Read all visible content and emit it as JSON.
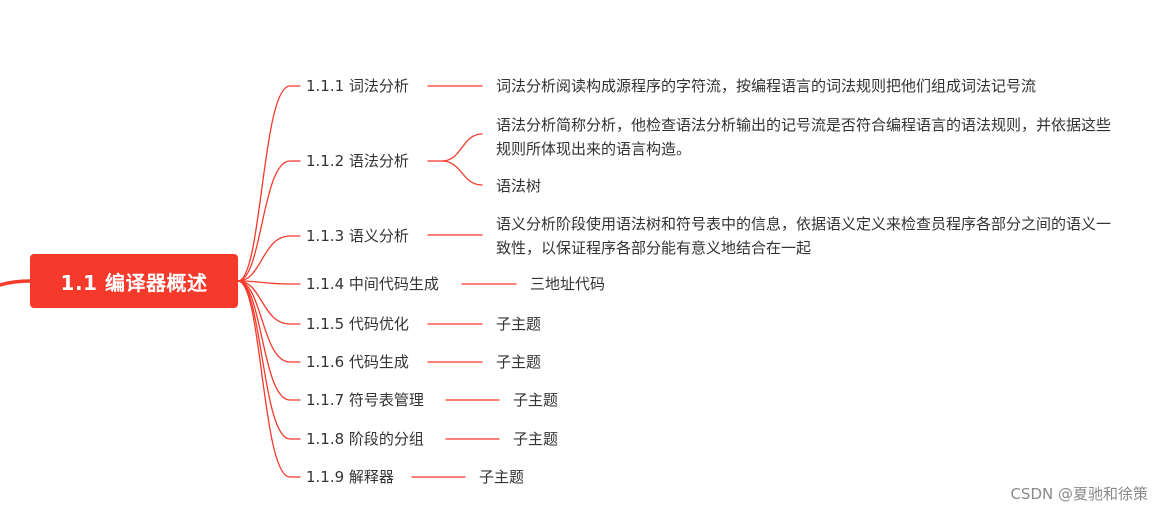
{
  "root": {
    "label": "1.1 编译器概述"
  },
  "branches": [
    {
      "label": "1.1.1 词法分析",
      "children": [
        "词法分析阅读构成源程序的字符流，按编程语言的词法规则把他们组成词法记号流"
      ]
    },
    {
      "label": "1.1.2 语法分析",
      "children": [
        "语法分析简称分析，他检查语法分析输出的记号流是否符合编程语言的语法规则，并依据这些规则所体现出来的语言构造。",
        "语法树"
      ]
    },
    {
      "label": "1.1.3 语义分析",
      "children": [
        "语义分析阶段使用语法树和符号表中的信息，依据语义定义来检查员程序各部分之间的语义一致性，以保证程序各部分能有意义地结合在一起"
      ]
    },
    {
      "label": "1.1.4 中间代码生成",
      "children": [
        "三地址代码"
      ]
    },
    {
      "label": "1.1.5 代码优化",
      "children": [
        "子主题"
      ]
    },
    {
      "label": "1.1.6 代码生成",
      "children": [
        "子主题"
      ]
    },
    {
      "label": "1.1.7 符号表管理",
      "children": [
        "子主题"
      ]
    },
    {
      "label": "1.1.8 阶段的分组",
      "children": [
        "子主题"
      ]
    },
    {
      "label": "1.1.9 解释器",
      "children": [
        "子主题"
      ]
    }
  ],
  "watermark": "CSDN @夏驰和徐策",
  "colors": {
    "accent": "#f5392b",
    "text": "#333333",
    "watermark": "#8a8a8a"
  }
}
